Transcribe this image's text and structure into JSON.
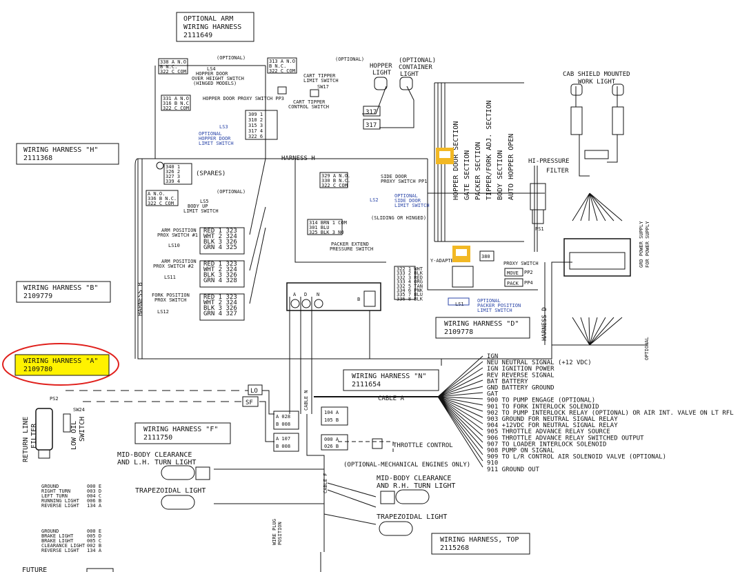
{
  "colors": {
    "line": "#111111",
    "highlight": "#fff200",
    "annotation_circle": "#e0201c",
    "optional_blue": "#2b46a8",
    "note_marker": "#f2b824"
  },
  "harness_boxes": {
    "arm": {
      "title1": "OPTIONAL ARM",
      "title2": "WIRING HARNESS",
      "number": "2111649"
    },
    "h": {
      "title": "WIRING HARNESS \"H\"",
      "number": "2111368"
    },
    "b": {
      "title": "WIRING HARNESS \"B\"",
      "number": "2109779"
    },
    "a": {
      "title": "WIRING HARNESS \"A\"",
      "number": "2109780"
    },
    "d": {
      "title": "WIRING HARNESS \"D\"",
      "number": "2109778"
    },
    "n": {
      "title": "WIRING HARNESS \"N\"",
      "number": "2111654"
    },
    "f": {
      "title": "WIRING HARNESS \"F\"",
      "number": "2111750"
    },
    "top": {
      "title": "WIRING HARNESS, TOP",
      "number": "2115268"
    }
  },
  "labels": {
    "harness_h_run": "HARNESS H",
    "harness_b_run": "HARNESS B",
    "harness_d_run": "HARNESS D",
    "cable_a": "CABLE A",
    "cable_n": "CABLE N",
    "cable_f": "CABLE F",
    "hopper_container_light": [
      "HOPPER",
      "LIGHT"
    ],
    "container_light": [
      "(OPTIONAL)",
      "CONTAINER",
      "LIGHT"
    ],
    "cab_shield": [
      "CAB SHIELD MOUNTED",
      "WORK LIGHT"
    ],
    "hi_pressure_filter": [
      "HI-PRESSURE",
      "FILTER"
    ],
    "ls4": [
      "LS4",
      "HOPPER DOOR",
      "OVER HEIGHT SWITCH",
      "(HINGED MODELS)"
    ],
    "cart_tipper_limit": [
      "CART TIPPER",
      "LIMIT SWITCH"
    ],
    "cart_tipper_control": [
      "SW17",
      "CART TIPPER",
      "CONTROL SWITCH"
    ],
    "hopper_door_proxy": "HOPPER DOOR PROXY SWITCH PP3",
    "ls3": [
      "LS3",
      "OPTIONAL",
      "HOPPER DOOR",
      "LIMIT SWITCH"
    ],
    "spares": "(SPARES)",
    "ls5": [
      "LS5",
      "BODY UP",
      "LIMIT SWITCH"
    ],
    "optional": "(OPTIONAL)",
    "side_door_proxy": [
      "SIDE DOOR",
      "PROXY SWITCH PP1"
    ],
    "ls2": [
      "LS2",
      "OPTIONAL",
      "SIDE DOOR",
      "LIMIT SWITCH"
    ],
    "sliding_hinged": "(SLIDING OR HINGED)",
    "packer_extend": [
      "PACKER EXTEND",
      "PRESSURE SWITCH"
    ],
    "arm_prox1": [
      "ARM POSITION",
      "PROX SWITCH #1",
      "LS10"
    ],
    "arm_prox2": [
      "ARM POSITION",
      "PROX SWITCH #2",
      "LS11"
    ],
    "fork_prox": [
      "FORK POSITION",
      "PROX SWITCH",
      "LS12"
    ],
    "y_adapter": "Y-ADAPTER",
    "proxy_switch": "PROXY SWITCH",
    "move": "MOVE",
    "pack": "PACK",
    "pp2": "PP2",
    "pp4": "PP4",
    "ls1": [
      "LS1",
      "OPTIONAL",
      "PACKER POSITION",
      "LIMIT SWITCH"
    ],
    "sections": [
      "HOPPER DOOR SECTION",
      "GATE SECTION",
      "PACKER SECTION",
      "TIPPER/FORK ADJ. SECTION",
      "BODY SECTION",
      "AUTO HOPPER OPEN"
    ],
    "optional_power": [
      "OPTIONAL",
      "GRD POWER SUPPLY",
      "FOR POWER SUPPLY"
    ],
    "return_line_filter": [
      "RETURN LINE",
      "FILTER"
    ],
    "low_oil_switch": [
      "LOW OIL",
      "SWITCH"
    ],
    "ps2": "PS2",
    "ps1": "PS1",
    "sw24": "SW24",
    "lo": "LO",
    "sf": "SF",
    "throttle_control": "THROTTLE CONTROL",
    "mech_engines": "(OPTIONAL-MECHANICAL ENGINES ONLY)",
    "midbody_lh": [
      "MID-BODY CLEARANCE",
      "AND L.H. TURN LIGHT"
    ],
    "midbody_rh": [
      "MID-BODY CLEARANCE",
      "AND R.H. TURN LIGHT"
    ],
    "trapezoidal_light": "TRAPEZOIDAL LIGHT",
    "wire_plug": [
      "WIRE PLUG",
      "POSITION"
    ],
    "future": "FUTURE"
  },
  "wire_tables": {
    "arm1": [
      [
        "RED",
        "1",
        "323"
      ],
      [
        "WHT",
        "2",
        "324"
      ],
      [
        "BLK",
        "3",
        "326"
      ],
      [
        "GRN",
        "4",
        "325"
      ]
    ],
    "arm2": [
      [
        "RED",
        "1",
        "323"
      ],
      [
        "WHT",
        "2",
        "324"
      ],
      [
        "BLK",
        "3",
        "326"
      ],
      [
        "GRN",
        "4",
        "328"
      ]
    ],
    "fork": [
      [
        "RED",
        "1",
        "323"
      ],
      [
        "WHT",
        "2",
        "324"
      ],
      [
        "BLK",
        "3",
        "326"
      ],
      [
        "GRN",
        "4",
        "327"
      ]
    ],
    "spares": [
      [
        "340",
        "1"
      ],
      [
        "326",
        "2"
      ],
      [
        "327",
        "3"
      ],
      [
        "339",
        "4"
      ]
    ],
    "packer": [
      [
        "314",
        "BRN 1 COM"
      ],
      [
        "301",
        "BLU"
      ],
      [
        "325",
        "BLK 3 NO"
      ]
    ],
    "ydapt": [
      [
        "322",
        "1",
        "WHT"
      ],
      [
        "333",
        "2",
        "BLK"
      ],
      [
        "332",
        "3",
        "RED"
      ],
      [
        "333",
        "4",
        "ORG"
      ],
      [
        "332",
        "5",
        "TAN"
      ],
      [
        "334",
        "6",
        "PNK"
      ],
      [
        "335",
        "7",
        "BLU"
      ],
      [
        "336",
        "8",
        "BLK"
      ]
    ],
    "tail_lh": [
      [
        "GROUND",
        "000",
        "E"
      ],
      [
        "RIGHT TURN",
        "003",
        "D"
      ],
      [
        "LEFT TURN",
        "004",
        "C"
      ],
      [
        "RUNNING LIGHT",
        "006",
        "B"
      ],
      [
        "REVERSE LIGHT",
        "134",
        "A"
      ]
    ],
    "tail_rh": [
      [
        "GROUND",
        "000",
        "E"
      ],
      [
        "BRAKE LIGHT",
        "005",
        "D"
      ],
      [
        "BRAKE LIGHT",
        "005",
        "C"
      ],
      [
        "CLEARANCE LIGHT",
        "002",
        "B"
      ],
      [
        "REVERSE LIGHT",
        "134",
        "A"
      ]
    ]
  },
  "cable_a_signals": [
    "IGN",
    "NEU NEUTRAL SIGNAL (+12 VDC)",
    "IGN IGNITION POWER",
    "REV REVERSE SIGNAL",
    "BAT BATTERY",
    "GND BATTERY GROUND",
    "GAT",
    "900 TO PUMP ENGAGE (OPTIONAL)",
    "901 TO FORK INTERLOCK SOLENOID",
    "902 TO PUMP INTERLOCK RELAY (OPTIONAL) OR AIR INT. VALVE ON LT RFL",
    "903 GROUND FOR NEUTRAL SIGNAL RELAY",
    "904 +12VDC FOR NEUTRAL SIGNAL RELAY",
    "905 THROTTLE ADVANCE RELAY SOURCE",
    "906 THROTTLE ADVANCE RELAY SWITCHED OUTPUT",
    "907 TO LOADER INTERLOCK SOLENOID",
    "908 PUMP ON SIGNAL",
    "909 TO L/R CONTROL AIR SOLENOID VALVE (OPTIONAL)",
    "910",
    "911 GROUND OUT"
  ],
  "tags": {
    "t317a": "317",
    "t317b": "317"
  }
}
